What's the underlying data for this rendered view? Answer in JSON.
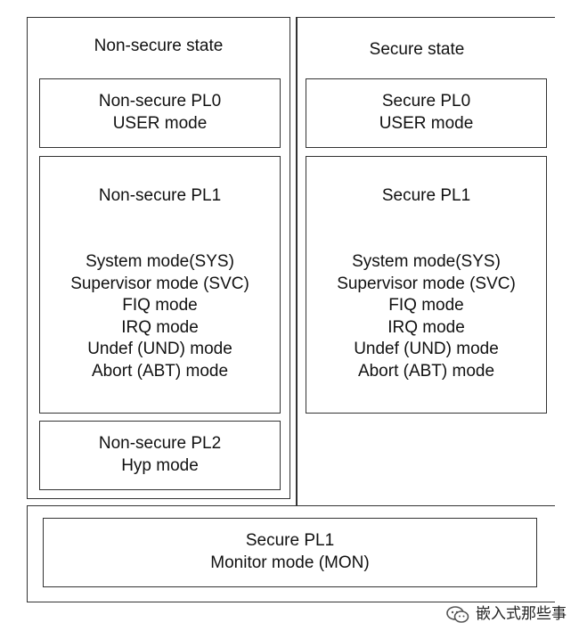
{
  "nonsecure": {
    "title": "Non-secure state",
    "pl0": {
      "lines": [
        "Non-secure PL0",
        "USER mode"
      ]
    },
    "pl1": {
      "title": "Non-secure PL1",
      "modes": [
        "System mode(SYS)",
        "Supervisor mode (SVC)",
        "FIQ mode",
        "IRQ mode",
        "Undef (UND) mode",
        "Abort (ABT) mode"
      ]
    },
    "pl2": {
      "lines": [
        "Non-secure PL2",
        "Hyp mode"
      ]
    }
  },
  "secure": {
    "title": "Secure state",
    "pl0": {
      "lines": [
        "Secure PL0",
        "USER mode"
      ]
    },
    "pl1": {
      "title": "Secure PL1",
      "modes": [
        "System mode(SYS)",
        "Supervisor mode (SVC)",
        "FIQ mode",
        "IRQ mode",
        "Undef (UND) mode",
        "Abort (ABT) mode"
      ]
    },
    "monitor": {
      "lines": [
        "Secure PL1",
        "Monitor mode (MON)"
      ]
    }
  },
  "watermark": {
    "icon": "wechat-icon",
    "text": "嵌入式那些事"
  }
}
